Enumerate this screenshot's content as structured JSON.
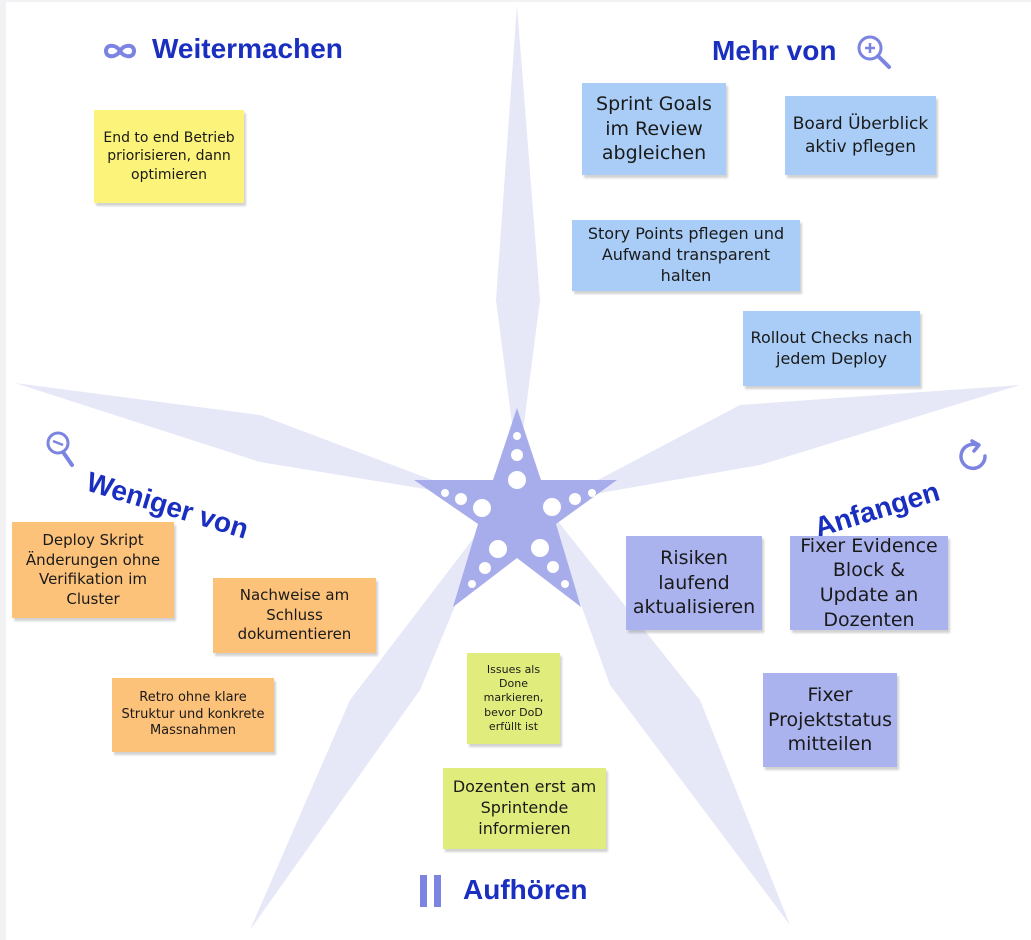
{
  "sections": {
    "weitermachen": {
      "title": "Weitermachen",
      "icon": "infinity-icon"
    },
    "mehr_von": {
      "title": "Mehr von",
      "icon": "zoom-in-icon"
    },
    "weniger_von": {
      "title": "Weniger von",
      "icon": "zoom-out-icon"
    },
    "anfangen": {
      "title": "Anfangen",
      "icon": "refresh-icon"
    },
    "aufhoeren": {
      "title": "Aufhören",
      "icon": "pause-icon"
    }
  },
  "colors": {
    "title": "#1a2fbf",
    "star": "#a7acea",
    "rays": "#e6e8f8",
    "yellow": "#fcf37a",
    "blue": "#a9cdf6",
    "purple": "#aab3ee",
    "orange": "#fdc27a",
    "green": "#e0ed7c"
  },
  "notes": {
    "weitermachen": [
      "End to end Betrieb priorisieren, dann optimieren"
    ],
    "mehr_von": [
      "Sprint Goals im Review abgleichen",
      "Board Überblick aktiv pflegen",
      "Story Points pflegen und Aufwand transparent halten",
      "Rollout Checks nach jedem Deploy"
    ],
    "anfangen": [
      "Risiken laufend aktualisieren",
      "Fixer Evidence Block & Update an Dozenten",
      "Fixer Projektstatus mitteilen"
    ],
    "weniger_von": [
      "Deploy Skript Änderungen ohne Verifikation im Cluster",
      "Nachweise am Schluss dokumentieren",
      "Retro ohne klare Struktur und konkrete Massnahmen"
    ],
    "aufhoeren": [
      "Issues als Done markieren, bevor DoD erfüllt ist",
      "Dozenten erst am Sprintende informieren"
    ]
  }
}
